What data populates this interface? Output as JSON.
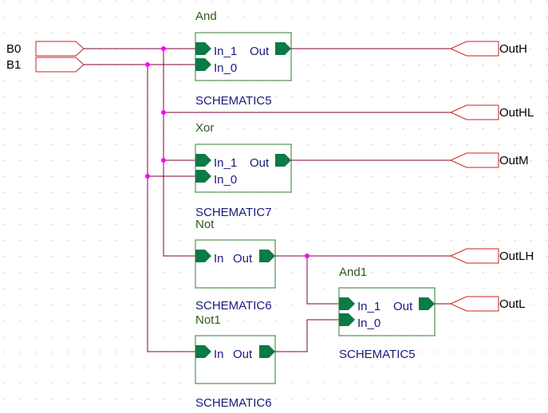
{
  "ports": {
    "b0": "B0",
    "b1": "B1",
    "outH": "OutH",
    "outHL": "OutHL",
    "outM": "OutM",
    "outLH": "OutLH",
    "outL": "OutL"
  },
  "blocks": {
    "and": {
      "name": "And",
      "ref": "SCHEMATIC5",
      "pin_in1": "In_1",
      "pin_in0": "In_0",
      "pin_out": "Out"
    },
    "xor": {
      "name": "Xor",
      "ref": "SCHEMATIC7",
      "pin_in1": "In_1",
      "pin_in0": "In_0",
      "pin_out": "Out"
    },
    "not": {
      "name": "Not",
      "ref": "SCHEMATIC6",
      "pin_in": "In",
      "pin_out": "Out"
    },
    "not1": {
      "name": "Not1",
      "ref": "SCHEMATIC6",
      "pin_in": "In",
      "pin_out": "Out"
    },
    "and1": {
      "name": "And1",
      "ref": "SCHEMATIC5",
      "pin_in1": "In_1",
      "pin_in0": "In_0",
      "pin_out": "Out"
    }
  },
  "colors": {
    "wire": "#800040",
    "block_border": "#2e7d32",
    "pin_arrow": "#0b7a45",
    "port_border": "#cc2222",
    "junction": "#ff00ff",
    "instance_name": "#2d5a1e",
    "reference": "#1a1a7a"
  }
}
